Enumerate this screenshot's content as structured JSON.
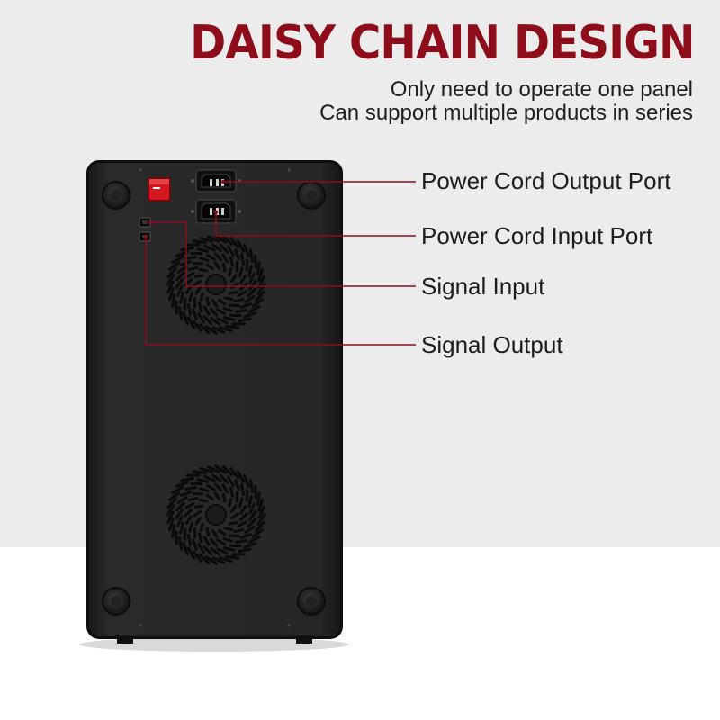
{
  "header": {
    "title": "DAISY CHAIN DESIGN",
    "subtitle_line1": "Only need to operate one panel",
    "subtitle_line2": "Can support multiple products in series"
  },
  "callouts": [
    {
      "label": "Power Cord Output Port"
    },
    {
      "label": "Power Cord Input Port"
    },
    {
      "label": "Signal Input"
    },
    {
      "label": "Signal Output"
    }
  ],
  "colors": {
    "title": "#8e0d1b",
    "leader_line": "#8e0d1b",
    "device_body": "#232323",
    "power_switch": "#d4181d",
    "background": "#ececed"
  }
}
